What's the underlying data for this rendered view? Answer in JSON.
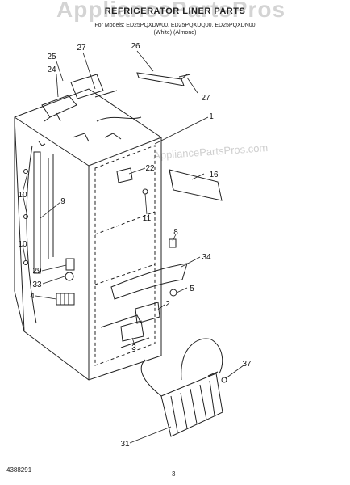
{
  "header": {
    "title": "REFRIGERATOR LINER PARTS",
    "parts_line": "For Models: ED25PQXDW00, ED25PQXDQ00, ED25PQXDN00",
    "color_line": "(White)        (Almond)"
  },
  "watermark": {
    "brand": "AppliancePartsPros",
    "site": "AppliancePartsPros.com"
  },
  "callouts": [
    "25",
    "24",
    "27",
    "26",
    "27",
    "1",
    "22",
    "16",
    "10",
    "9",
    "11",
    "8",
    "34",
    "10",
    "29",
    "33",
    "5",
    "4",
    "2",
    "3",
    "37",
    "31"
  ],
  "footer": {
    "doc_number": "4388291",
    "page_number": "3"
  }
}
